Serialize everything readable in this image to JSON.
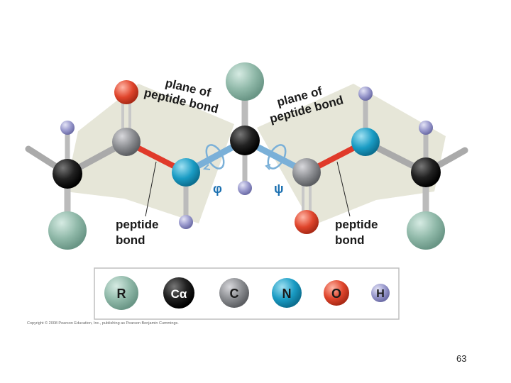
{
  "labels": {
    "plane_left": [
      "plane of",
      "peptide bond"
    ],
    "plane_right": [
      "plane of",
      "peptide bond"
    ],
    "peptide_bond_left": [
      "peptide",
      "bond"
    ],
    "peptide_bond_right": [
      "peptide",
      "bond"
    ],
    "phi": "φ",
    "psi": "ψ"
  },
  "legend": [
    {
      "key": "R",
      "text": "R",
      "color": "#8fb8a8"
    },
    {
      "key": "Ca",
      "text": "Cα",
      "color": "#1c1c1c"
    },
    {
      "key": "C",
      "text": "C",
      "color": "#8a8c90"
    },
    {
      "key": "N",
      "text": "N",
      "color": "#1a9cc4"
    },
    {
      "key": "O",
      "text": "O",
      "color": "#e0452c"
    },
    {
      "key": "H",
      "text": "H",
      "color": "#9898cc"
    }
  ],
  "copyright": "Copyright © 2008 Pearson Education, Inc., publishing as Pearson Benjamin Cummings.",
  "page_number": "63",
  "colors": {
    "plane": "#e6e6d8",
    "bond_gray": "#9a9a9a",
    "peptide_bond": "#e03a2a",
    "rotation": "#7ab0d8"
  }
}
